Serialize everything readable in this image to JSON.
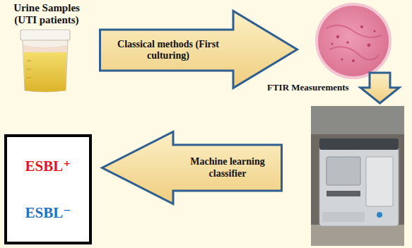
{
  "diagram": {
    "nodes": [
      {
        "text": [
          "Classical methods (First culturing)"
        ]
      },
      {
        "text": [
          "Machine learning classifier"
        ]
      },
      {
        "text": [
          "ESBL⁺",
          "ESBL⁻"
        ]
      }
    ],
    "labels": [
      "Urine Samples (UTI patients)",
      "FTIR Measurements"
    ]
  }
}
